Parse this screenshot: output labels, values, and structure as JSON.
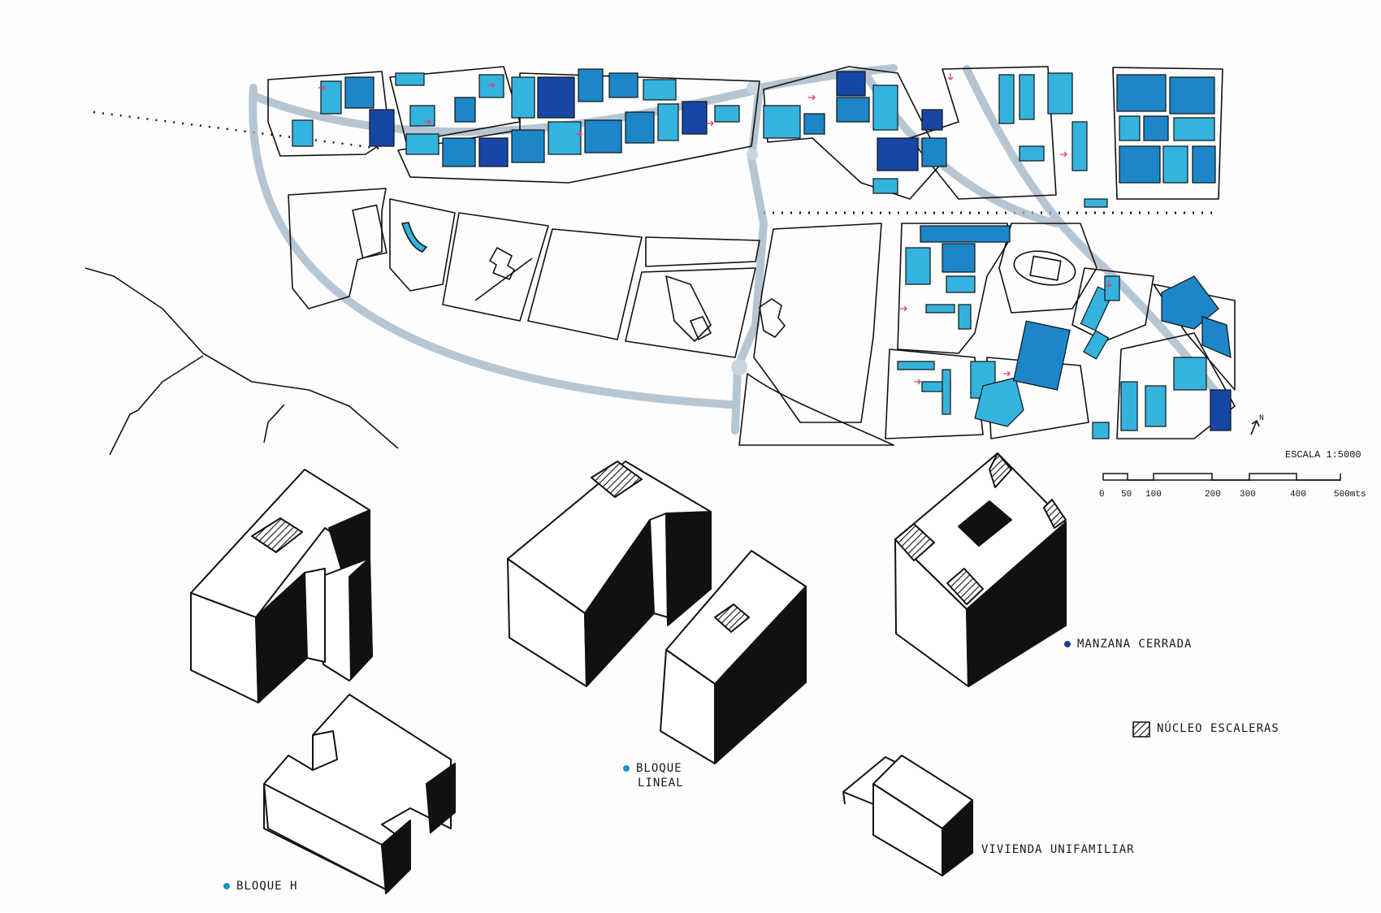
{
  "colors": {
    "ink": "#111111",
    "block_light": "#35b3df",
    "block_mid": "#1c86c8",
    "block_dark": "#1747a6",
    "road_shade": "#9fb3c4",
    "marker": "#1f8fc7",
    "arrow": "#e0406a"
  },
  "map": {
    "north_label": "N",
    "scale_title": "ESCALA 1:5000",
    "scale_ticks": [
      "0",
      "50",
      "100",
      "200",
      "300",
      "400",
      "500mts"
    ]
  },
  "typologies": {
    "bloque_h": "BLOQUE H",
    "bloque_lineal_1": "BLOQUE",
    "bloque_lineal_2": "LINEAL",
    "manzana_cerrada": "MANZANA CERRADA",
    "vivienda_unifamiliar": "VIVIENDA UNIFAMILIAR"
  },
  "legend": {
    "nucleo_escaleras": "NÚCLEO ESCALERAS",
    "hatch_icon": "hatch-square-icon"
  }
}
